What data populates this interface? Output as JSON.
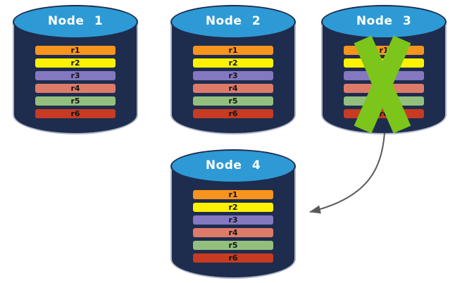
{
  "diagram": {
    "background": "#FFFFFF",
    "colors": {
      "background": "#FFFFFF",
      "cylinder_body": "#1E2C4E",
      "cylinder_top": "#2D9AD5",
      "cylinder_outline": "#AFB6C9",
      "node_label": "#FFFFFF",
      "row_label": "#141414",
      "x_mark": "#7CC51B",
      "arrow": "#5A5A5A"
    },
    "rows": [
      {
        "label": "r1",
        "color": "#F7941D"
      },
      {
        "label": "r2",
        "color": "#FCF200"
      },
      {
        "label": "r3",
        "color": "#8478C0"
      },
      {
        "label": "r4",
        "color": "#DD7B69"
      },
      {
        "label": "r5",
        "color": "#93BF7E"
      },
      {
        "label": "r6",
        "color": "#C63B22"
      }
    ],
    "nodes": [
      {
        "id": "node-1",
        "label": "Node 1"
      },
      {
        "id": "node-2",
        "label": "Node 2"
      },
      {
        "id": "node-3",
        "label": "Node 3"
      },
      {
        "id": "node-4",
        "label": "Node 4"
      }
    ],
    "failure_marker": {
      "on_node": "Node 3",
      "symbol": "green-x"
    },
    "arrow": {
      "from": "Node 3",
      "to": "Node 4"
    }
  }
}
